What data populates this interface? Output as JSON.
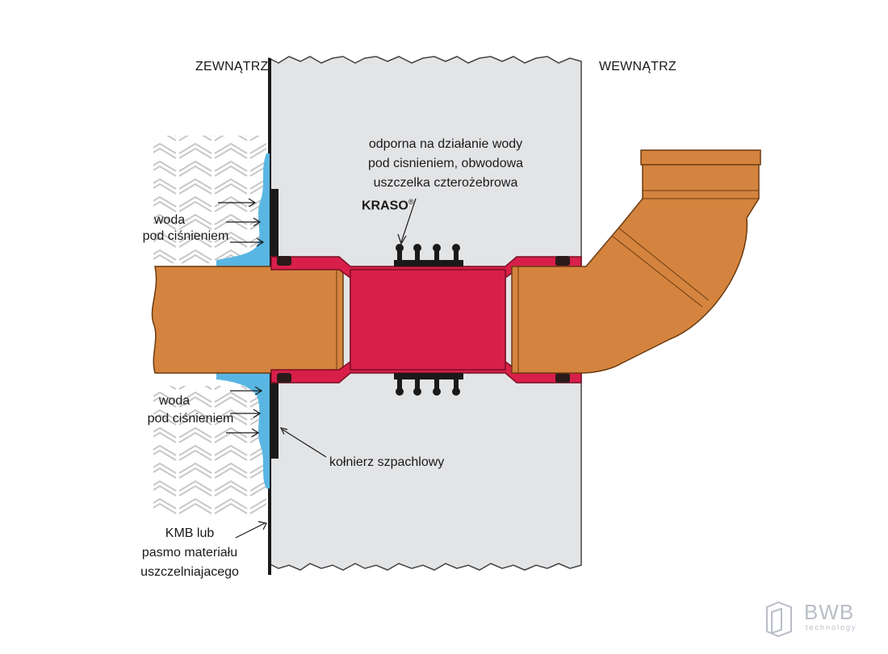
{
  "labels": {
    "outside": "ZEWNĄTRZ",
    "inside": "WEWNĄTRZ",
    "seal_line1": "odporna na działanie wody",
    "seal_line2": "pod cisnieniem, obwodowa",
    "seal_line3": "uszczelka czterożebrowa",
    "seal_brand": "KRASO",
    "seal_reg": "®",
    "water_top_1": "woda",
    "water_top_2": "pod ciśnieniem",
    "water_bottom_1": "woda",
    "water_bottom_2": "pod ciśnieniem",
    "collar": "kołnierz szpachlowy",
    "kmb_1": "KMB lub",
    "kmb_2": "pasmo materiału",
    "kmb_3": "uszczelniajacego"
  },
  "brand": {
    "name": "BWB",
    "sub": "technology"
  },
  "colors": {
    "pipe": "#d4843e",
    "sleeve": "#d81f4a",
    "wall": "#e3e4e6",
    "water": "#59b6e3",
    "line": "#1a1a1a"
  }
}
